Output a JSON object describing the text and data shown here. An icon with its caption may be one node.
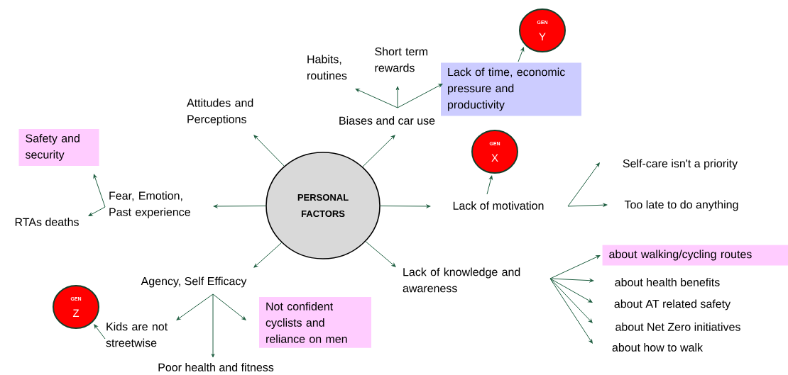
{
  "diagram": {
    "nodes": [
      {
        "text": [
          "PERSONAL FACTORS"
        ]
      },
      {
        "text": [
          "Attitudes and Perceptions"
        ]
      },
      {
        "text": [
          "Biases and car use"
        ]
      },
      {
        "text": [
          "Habits, routines"
        ]
      },
      {
        "text": [
          "Short term rewards"
        ]
      },
      {
        "text": [
          "Lack of time, economic pressure and productivity"
        ]
      },
      {
        "text": [
          "GEN",
          "Y"
        ]
      },
      {
        "text": [
          "GEN",
          "X"
        ]
      },
      {
        "text": [
          "Lack of motivation"
        ]
      },
      {
        "text": [
          "Self-care isn't a priority"
        ]
      },
      {
        "text": [
          "Too late to do anything"
        ]
      },
      {
        "text": [
          "Fear, Emotion, Past experience"
        ]
      },
      {
        "text": [
          "Safety and security"
        ]
      },
      {
        "text": [
          "RTAs deaths"
        ]
      },
      {
        "text": [
          "Lack of knowledge and awareness"
        ]
      },
      {
        "text": [
          "about walking/cycling routes"
        ]
      },
      {
        "text": [
          "about health benefits"
        ]
      },
      {
        "text": [
          "about AT related safety"
        ]
      },
      {
        "text": [
          "about Net Zero initiatives"
        ]
      },
      {
        "text": [
          "about how to walk"
        ]
      },
      {
        "text": [
          "Agency, Self Efficacy"
        ]
      },
      {
        "text": [
          "GEN",
          "Z"
        ]
      },
      {
        "text": [
          "Kids are not streetwise"
        ]
      },
      {
        "text": [
          "Not confident cyclists and reliance on men"
        ]
      },
      {
        "text": [
          "Poor health and fitness"
        ]
      }
    ],
    "edges": [
      {
        "from": 0,
        "to": 1,
        "arrow": "to"
      },
      {
        "from": 0,
        "to": 2,
        "arrow": "to"
      },
      {
        "from": 2,
        "to": 3,
        "arrow": "to"
      },
      {
        "from": 2,
        "to": 4,
        "arrow": "to"
      },
      {
        "from": 2,
        "to": 5,
        "arrow": "to"
      },
      {
        "from": 5,
        "to": 6,
        "arrow": "to"
      },
      {
        "from": 0,
        "to": 8,
        "arrow": "to"
      },
      {
        "from": 8,
        "to": 7,
        "arrow": "to"
      },
      {
        "from": 8,
        "to": 9,
        "arrow": "to"
      },
      {
        "from": 8,
        "to": 10,
        "arrow": "to"
      },
      {
        "from": 0,
        "to": 11,
        "arrow": "to"
      },
      {
        "from": 11,
        "to": 12,
        "arrow": "to"
      },
      {
        "from": 11,
        "to": 13,
        "arrow": "to"
      },
      {
        "from": 0,
        "to": 14,
        "arrow": "to"
      },
      {
        "from": 14,
        "to": 15,
        "arrow": "to"
      },
      {
        "from": 14,
        "to": 16,
        "arrow": "to"
      },
      {
        "from": 14,
        "to": 17,
        "arrow": "to"
      },
      {
        "from": 14,
        "to": 18,
        "arrow": "to"
      },
      {
        "from": 14,
        "to": 19,
        "arrow": "to"
      },
      {
        "from": 0,
        "to": 20,
        "arrow": "to"
      },
      {
        "from": 20,
        "to": 22,
        "arrow": "to"
      },
      {
        "from": 20,
        "to": 23,
        "arrow": "to"
      },
      {
        "from": 20,
        "to": 24,
        "arrow": "to"
      },
      {
        "from": 22,
        "to": 21,
        "arrow": "to"
      }
    ]
  }
}
